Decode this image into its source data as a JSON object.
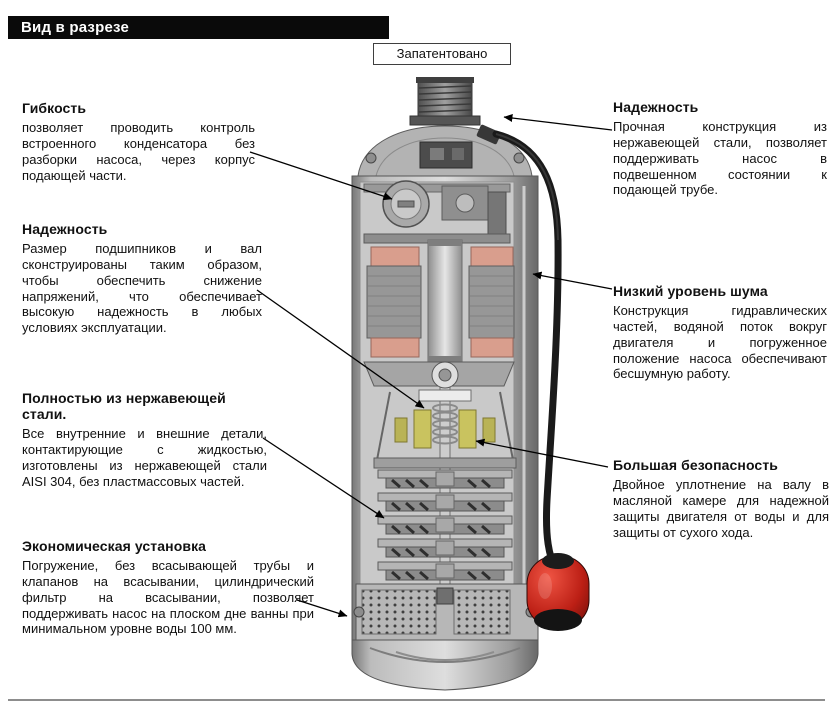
{
  "header": {
    "title": "Вид в разрезе"
  },
  "patent": {
    "label": "Запатентовано"
  },
  "annotations_left": [
    {
      "title": "Гибкость",
      "body": "позволяет проводить контроль встроенного конденсатора без разборки насоса, через корпус подающей части."
    },
    {
      "title": "Надежность",
      "body": "Размер подшипников и вал сконструированы таким образом, чтобы обеспечить снижение напряжений, что обеспечивает высокую надежность в любых условиях эксплуатации."
    },
    {
      "title": "Полностью из нержавеющей стали.",
      "body": "Все внутренние и внешние детали, контактирующие с жидкостью, изготовлены из нержавеющей стали AISI 304, без пластмассовых частей."
    },
    {
      "title": "Экономическая установка",
      "body": "Погружение, без всасывающей трубы и клапанов на всасывании, цилиндрический фильтр на всасывании, позволяет поддерживать насос на плоском дне ванны при минимальном уровне воды 100 мм."
    }
  ],
  "annotations_right": [
    {
      "title": "Надежность",
      "body": "Прочная конструкция из нержавеющей стали, позволяет поддерживать насос в подвешенном состоянии к подающей трубе."
    },
    {
      "title": "Низкий уровень шума",
      "body": "Конструкция гидравлических частей, водяной поток вокруг двигателя и погруженное положение насоса обеспечивают бесшумную работу."
    },
    {
      "title": "Большая безопасность",
      "body": "Двойное уплотнение на валу в масляной камере для надежной защиты двигателя от воды и для защиты от сухого хода."
    }
  ],
  "diagram": {
    "parts": [
      "discharge-threads",
      "pump-head",
      "capacitor",
      "motor-stator",
      "rotor",
      "shaft",
      "mechanical-seal",
      "impeller-stack",
      "suction-filter",
      "bottom-cap",
      "power-cable",
      "float-switch"
    ],
    "colors": {
      "header_bar": "#0a0a0a",
      "shell_gray": "#bdbdbd",
      "winding_salmon": "#d99e8d",
      "seal_yellow": "#c9c35f",
      "float_red": "#bc1f15",
      "cable_black": "#1a1a1a"
    }
  }
}
